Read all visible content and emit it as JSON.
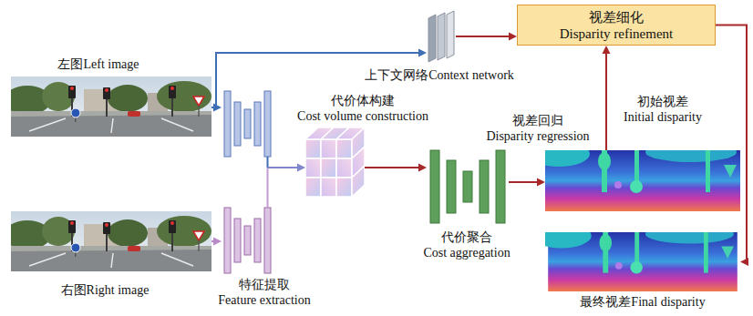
{
  "diagram": {
    "nodes": [
      {
        "text": [
          "左图Left image"
        ]
      },
      {
        "text": [
          "右图Right image"
        ]
      },
      {
        "text": [
          "特征提取",
          "Feature extraction"
        ]
      },
      {
        "text": [
          "上下文网络Context network"
        ]
      },
      {
        "text": [
          "代价体构建",
          "Cost volume construction"
        ]
      },
      {
        "text": [
          "代价聚合",
          "Cost aggregation"
        ]
      },
      {
        "text": [
          "初始视差",
          "Initial disparity"
        ]
      },
      {
        "text": [
          "视差细化",
          "Disparity refinement"
        ]
      },
      {
        "text": [
          "最终视差Final disparity"
        ]
      }
    ],
    "edges": [
      {
        "from": 0,
        "to": 3,
        "arrow": "to"
      },
      {
        "from": 0,
        "to": 2,
        "arrow": "to"
      },
      {
        "from": 1,
        "to": 2,
        "arrow": "to"
      },
      {
        "from": 2,
        "to": 4,
        "arrow": "to"
      },
      {
        "from": 4,
        "to": 5,
        "arrow": "to"
      },
      {
        "from": 5,
        "to": 6,
        "arrow": "to"
      },
      {
        "from": 3,
        "to": 7,
        "arrow": "to"
      },
      {
        "from": 6,
        "to": 7,
        "arrow": "to"
      },
      {
        "from": 7,
        "to": 8,
        "arrow": "to"
      }
    ],
    "labels": [
      "视差回归",
      "Disparity regression"
    ]
  }
}
